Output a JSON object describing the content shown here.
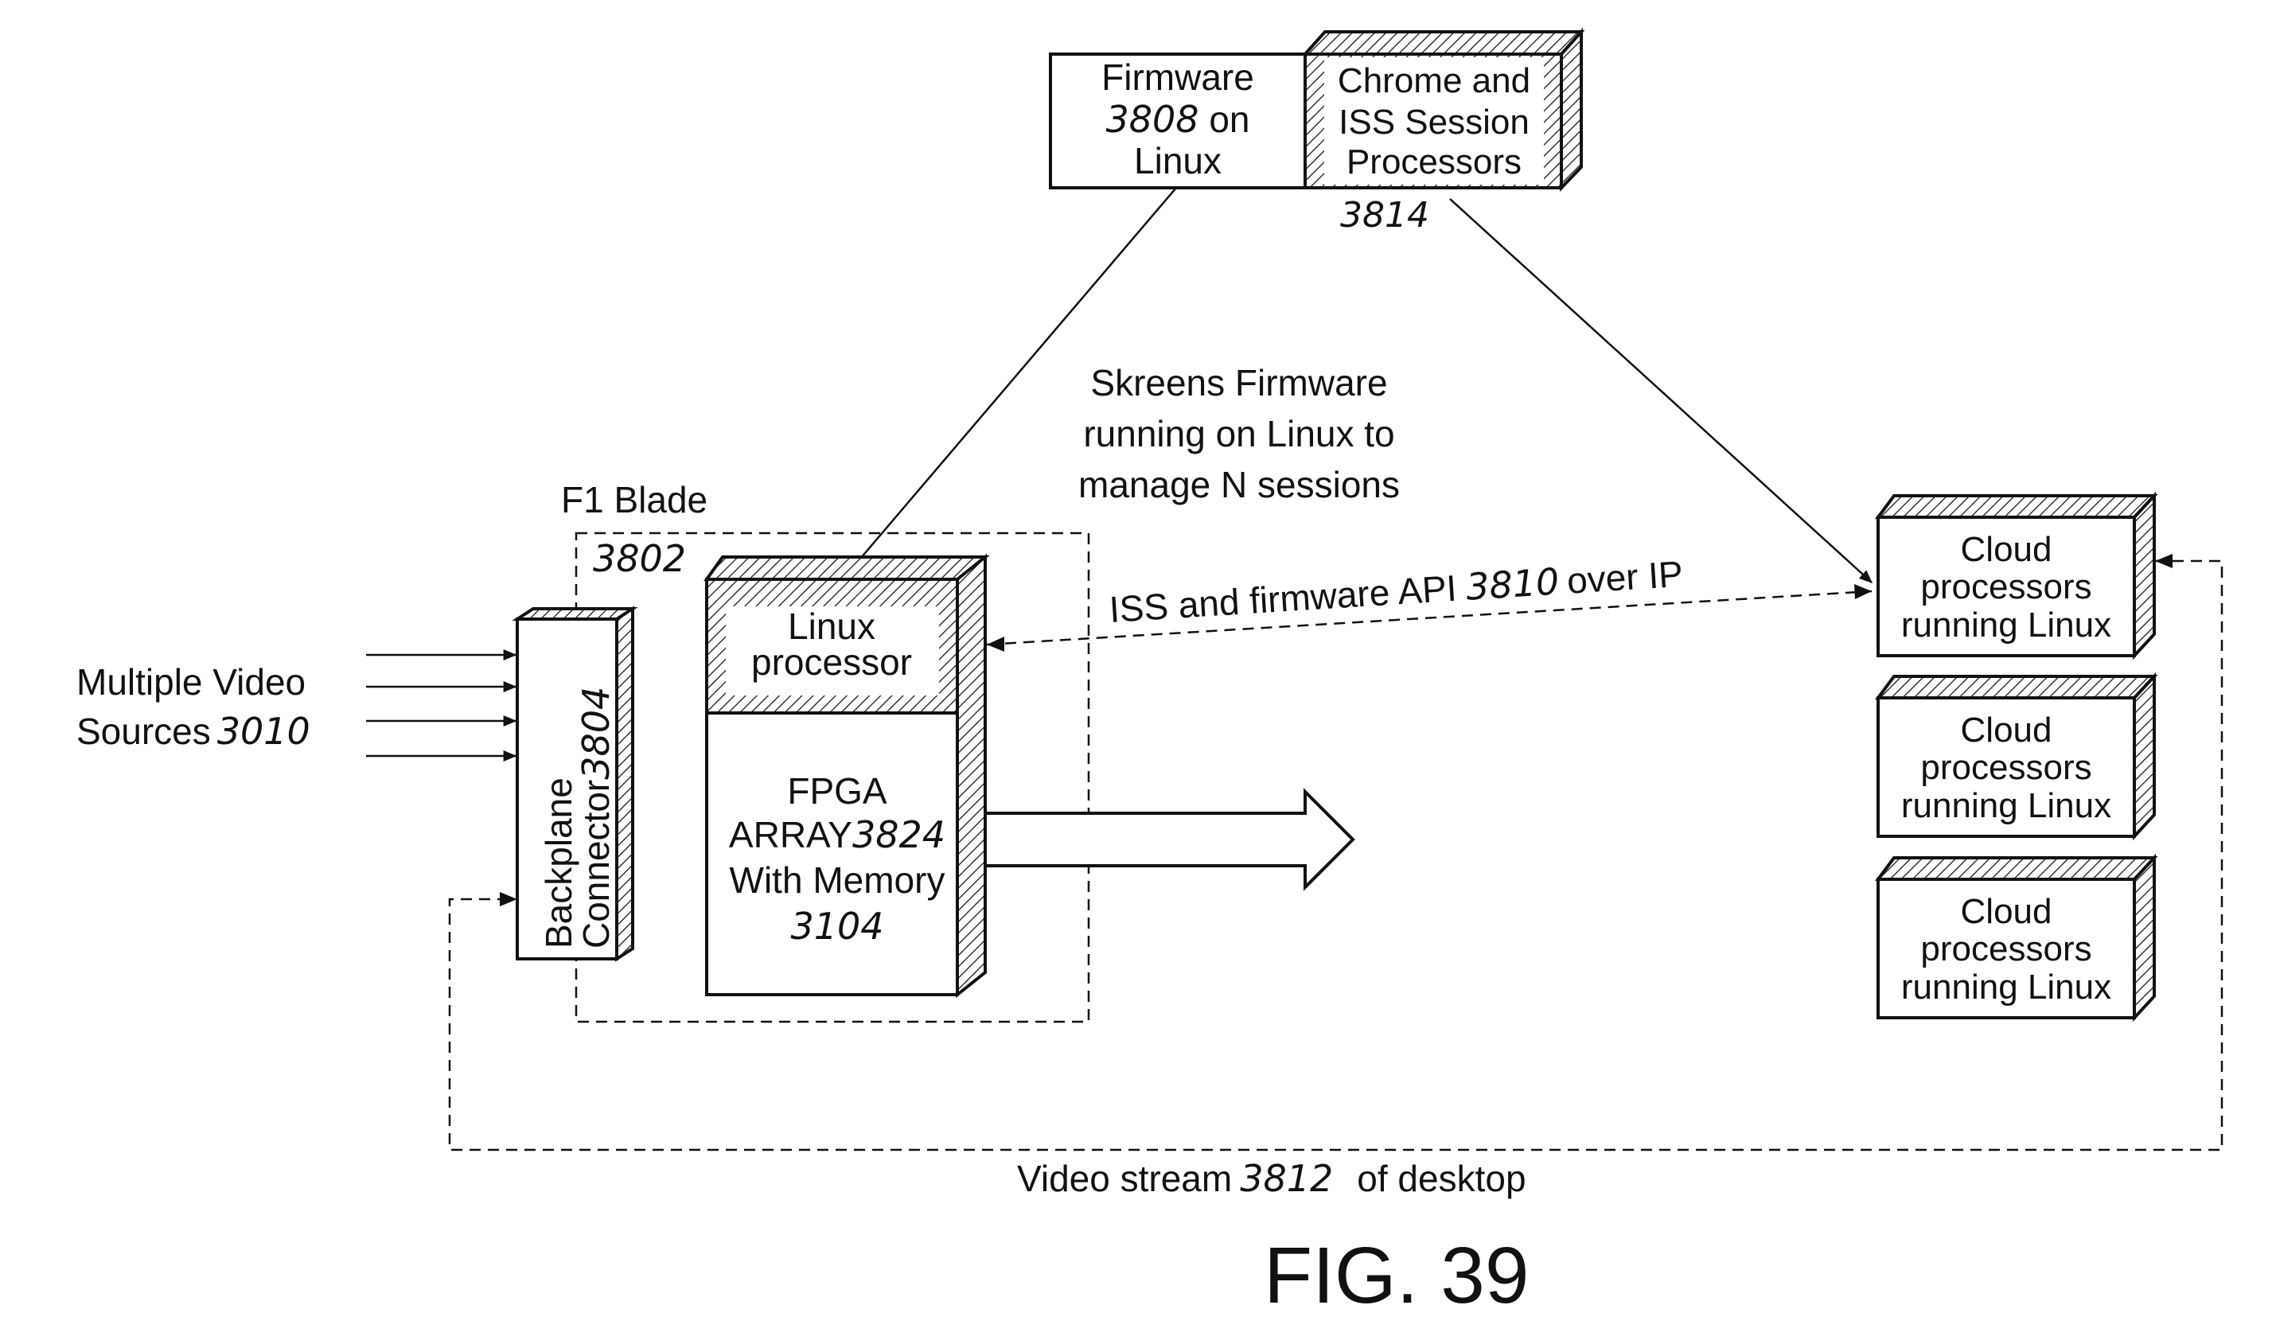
{
  "firmware_box": {
    "line1": "Firmware",
    "ref": "3808",
    "line2": " on",
    "line3": "Linux"
  },
  "session_box": {
    "line1": "Chrome and",
    "line2": "ISS Session",
    "line3": "Processors",
    "ref": "3814"
  },
  "firmware_note": {
    "line1": "Skreens Firmware",
    "line2": "running on Linux to",
    "line3": "manage N sessions"
  },
  "f1_blade": {
    "label": "F1 Blade",
    "ref": "3802"
  },
  "linux_processor": {
    "line1": "Linux",
    "line2": "processor"
  },
  "fpga": {
    "line1": "FPGA",
    "line2": "ARRAY",
    "ref": "3824",
    "line3": "With Memory",
    "ref2": "3104"
  },
  "backplane": {
    "line1": "Backplane",
    "line2": "Connector",
    "ref": "3804"
  },
  "video_sources": {
    "line1": "Multiple Video",
    "line2": "Sources",
    "ref": "3010"
  },
  "api_link": {
    "text": "ISS and firmware API",
    "ref": "3810",
    "suffix": "over IP"
  },
  "cloud_processors": [
    {
      "line1": "Cloud",
      "line2": "processors",
      "line3": "running Linux"
    },
    {
      "line1": "Cloud",
      "line2": "processors",
      "line3": "running Linux"
    },
    {
      "line1": "Cloud",
      "line2": "processors",
      "line3": "running Linux"
    }
  ],
  "video_stream": {
    "text": "Video stream",
    "ref": "3812",
    "suffix": "of desktop"
  },
  "figure_label": "FIG. 39"
}
